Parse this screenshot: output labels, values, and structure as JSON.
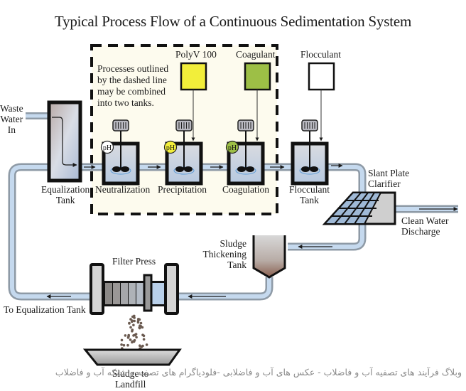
{
  "title": "Typical Process Flow of a Continuous Sedimentation System",
  "note": {
    "lines": [
      "Processes outlined",
      "by the dashed line",
      "may be combined",
      "into two tanks."
    ]
  },
  "inputs": {
    "waste_water": [
      "Waste",
      "Water",
      "In"
    ]
  },
  "chemicals": [
    {
      "label": "PolyV 100",
      "color": "#f2ee3a"
    },
    {
      "label": "Coagulant",
      "color": "#9dbf46"
    },
    {
      "label": "Flocculant",
      "color": "#ffffff"
    }
  ],
  "tanks": {
    "equalization": [
      "Equalization",
      "Tank"
    ],
    "neutralization": "Neutralization",
    "precipitation": "Precipitation",
    "coagulation": "Coagulation",
    "flocculant": [
      "Flocculant",
      "Tank"
    ]
  },
  "ph_sensors": [
    {
      "label": "pH",
      "color": "#ffffff"
    },
    {
      "label": "pH",
      "color": "#f2ee3a"
    },
    {
      "label": "pH",
      "color": "#9dbf46"
    }
  ],
  "clarifier": [
    "Slant Plate",
    "Clarifier"
  ],
  "discharge": [
    "Clean Water",
    "Discharge"
  ],
  "sludge_tank": [
    "Sludge",
    "Thickening",
    "Tank"
  ],
  "filter_press": "Filter Press",
  "return_line": "To Equalization Tank",
  "landfill": [
    "Sludge to",
    "Landfill"
  ],
  "watermark": "وبلاگ فرآیند های تصفیه آب و فاضلاب - عکس های آب و فاضلابی -فلودیاگرام های تصفیه و شبکه آب و فاضلاب",
  "colors": {
    "dashed_region_fill": "#fdfbee",
    "pipe_fill": "#c5d9ee",
    "pipe_edge": "#8e9aa6",
    "tank_border": "#111111",
    "sludge": "#8a6a5a"
  }
}
